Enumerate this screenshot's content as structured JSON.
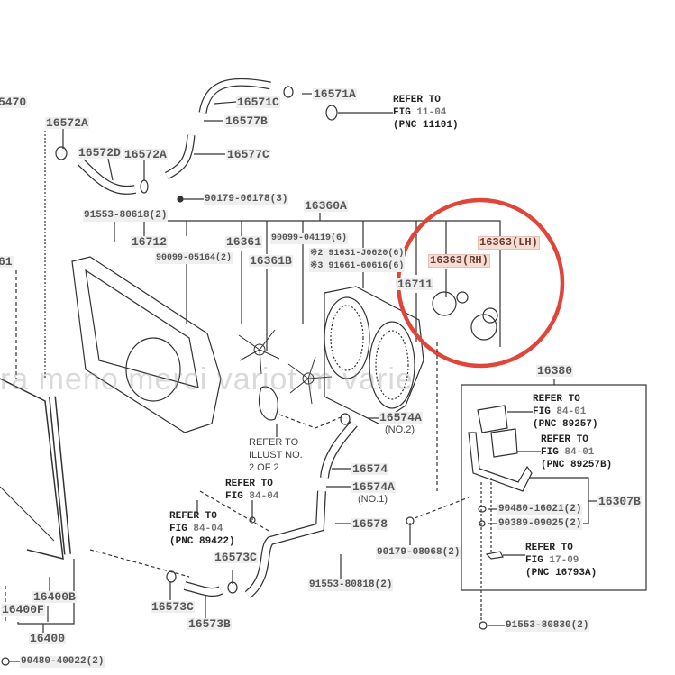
{
  "watermark": "ra meno   merci variot   m varie",
  "parts": {
    "p16470": "5470",
    "p16572A_1": "16572A",
    "p16572D": "16572D",
    "p16572A_2": "16572A",
    "p16571C": "16571C",
    "p16571A": "16571A",
    "p16577B": "16577B",
    "p16577C": "16577C",
    "p90179_06178": "90179-06178(3)",
    "p16360A": "16360A",
    "p91553_80618": "91553-80618(2)",
    "p16712": "16712",
    "p16361": "16361",
    "p90099_04119": "90099-04119(6)",
    "p91631": "※2 91631-J0620(6)",
    "p91661": "※3 91661-60616(6)",
    "p90099_05164": "90099-05164(2)",
    "p16361B": "16361B",
    "p16363LH": "16363(LH)",
    "p16363RH": "16363(RH)",
    "p16711": "16711",
    "p61": "61",
    "p16380": "16380",
    "p16307B": "16307B",
    "p90480_16021": "90480-16021(2)",
    "p90389_09025": "90389-09025(2)",
    "p91553_80830": "91553-80830(2)",
    "p16574A_2": "16574A",
    "p16574A_2_note": "(NO.2)",
    "p16574": "16574",
    "p16574A_1": "16574A",
    "p16574A_1_note": "(NO.1)",
    "p16578": "16578",
    "p90179_08068": "90179-08068(2)",
    "p91553_80818": "91553-80818(2)",
    "p16573C_1": "16573C",
    "p16573C_2": "16573C",
    "p16573B": "16573B",
    "p16400B": "16400B",
    "p16400F": "16400F",
    "p16400": "16400",
    "p90480_40022": "90480-40022(2)"
  },
  "refs": {
    "r1": {
      "l1": "REFER TO",
      "l2a": "FIG ",
      "l2b": "11-04",
      "l3": "(PNC 11101)"
    },
    "r2": {
      "l1": "REFER TO",
      "l2a": "FIG ",
      "l2b": "84-01",
      "l3": "(PNC 89257)"
    },
    "r3": {
      "l1": "REFER TO",
      "l2a": "FIG ",
      "l2b": "84-01",
      "l3": "(PNC 89257B)"
    },
    "r4": {
      "l1": "REFER TO",
      "l2a": "FIG ",
      "l2b": "17-09",
      "l3": "(PNC 16793A)"
    },
    "r5": {
      "l1": "REFER TO",
      "l2a": "FIG ",
      "l2b": "84-04"
    },
    "r6": {
      "l1": "REFER TO",
      "l2a": "FIG ",
      "l2b": "84-04",
      "l3": "(PNC 89422)"
    },
    "r7": {
      "l1": "REFER TO",
      "l2": "ILLUST NO.",
      "l3": "2 OF 2"
    }
  },
  "colors": {
    "highlight_circle": "#e0453a"
  }
}
